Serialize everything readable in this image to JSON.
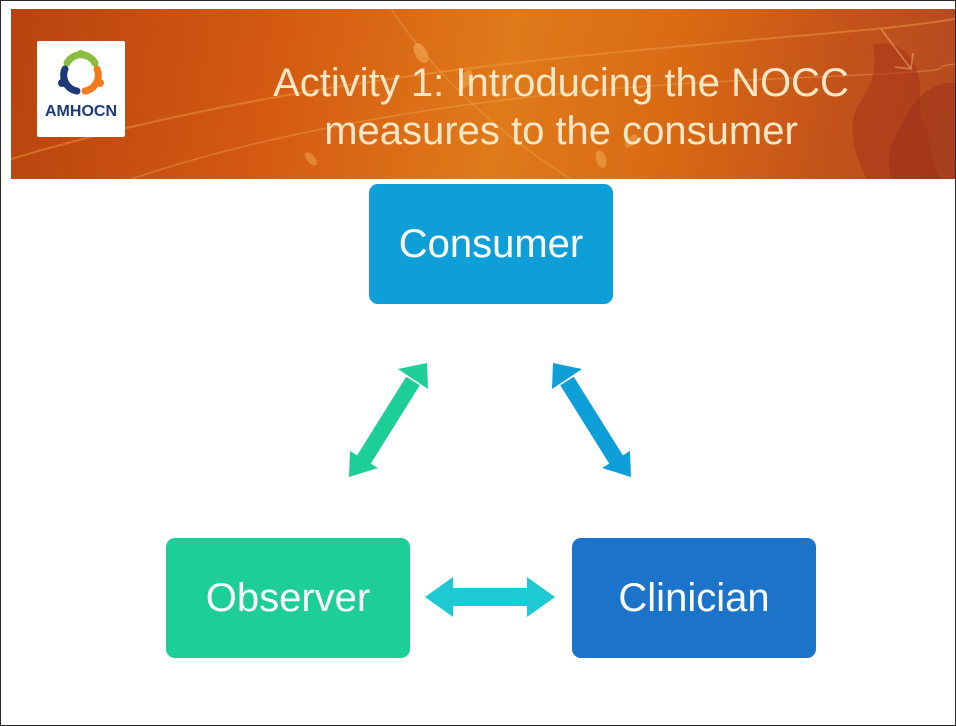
{
  "slide": {
    "title_line1": "Activity 1: Introducing the NOCC",
    "title_line2": "measures to the consumer",
    "logo_text": "AMHOCN"
  },
  "diagram": {
    "nodes": {
      "consumer": "Consumer",
      "observer": "Observer",
      "clinician": "Clinician"
    },
    "edges": [
      {
        "from": "Consumer",
        "to": "Observer",
        "direction": "bidirectional",
        "color": "#1dcf96"
      },
      {
        "from": "Consumer",
        "to": "Clinician",
        "direction": "bidirectional",
        "color": "#0e9fd8"
      },
      {
        "from": "Observer",
        "to": "Clinician",
        "direction": "bidirectional",
        "color": "#1ec9d4"
      }
    ]
  },
  "colors": {
    "header_orange": "#d45a12",
    "title_text": "#fbe6c6",
    "consumer": "#0e9fd8",
    "observer": "#1dcf96",
    "clinician": "#1b74c9",
    "logo_text": "#1c3a78"
  }
}
